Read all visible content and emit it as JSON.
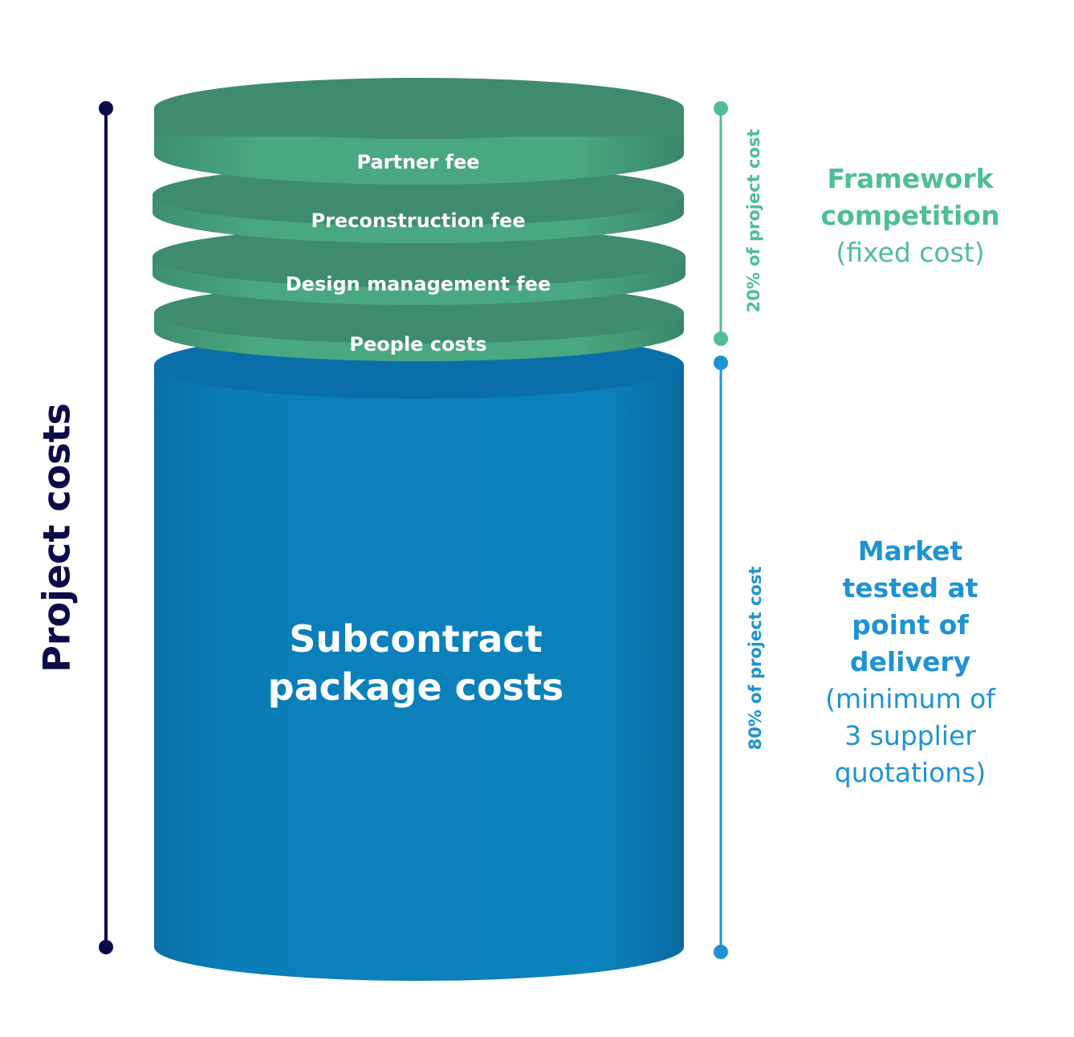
{
  "left_label": "Project costs",
  "layers": [
    {
      "label": "Partner fee"
    },
    {
      "label": "Preconstruction fee"
    },
    {
      "label": "Design management fee"
    },
    {
      "label": "People costs"
    }
  ],
  "base": {
    "label_line1": "Subcontract",
    "label_line2": "package costs"
  },
  "brackets": {
    "fee_share": "20% of project cost",
    "subcontract_share": "80% of project cost"
  },
  "framework": {
    "title_line1": "Framework",
    "title_line2": "competition",
    "note": "(fixed cost)"
  },
  "market": {
    "title_lines": [
      "Market",
      "tested at",
      "point of",
      "delivery"
    ],
    "note_lines": [
      "(minimum of",
      "3 supplier",
      "quotations)"
    ]
  },
  "colors": {
    "navy": "#0b0b4a",
    "green": "#4fbf92",
    "green_disc": "#3f8b6e",
    "green_band": "#4aa57f",
    "blue": "#1e93d2",
    "blue_body": "#0b7eb8"
  }
}
